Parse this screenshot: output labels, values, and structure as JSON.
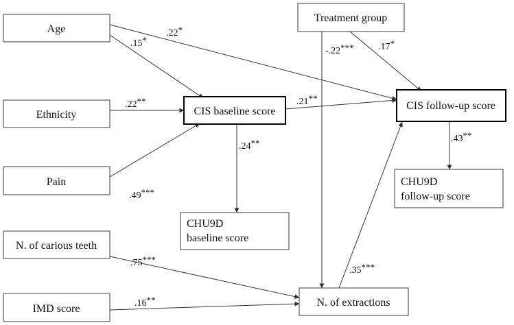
{
  "nodes": {
    "age": {
      "label": "Age"
    },
    "ethnicity": {
      "label": "Ethnicity"
    },
    "pain": {
      "label": "Pain"
    },
    "carious": {
      "label": "N. of carious teeth"
    },
    "imd": {
      "label": "IMD score"
    },
    "treatment": {
      "label": "Treatment group"
    },
    "cis_baseline": {
      "label": "CIS baseline score"
    },
    "cis_followup": {
      "label": "CIS follow-up score"
    },
    "chu_baseline": {
      "line1": "CHU9D",
      "line2": "baseline score"
    },
    "chu_followup": {
      "line1": "CHU9D",
      "line2": "follow-up score"
    },
    "extractions": {
      "label": "N. of extractions"
    }
  },
  "edges": {
    "age_cisfu": {
      "value": ".22",
      "stars": "*"
    },
    "age_cisbl": {
      "value": ".15",
      "stars": "*"
    },
    "treat_ext": {
      "value": "-.22",
      "stars": "***"
    },
    "treat_cisfu": {
      "value": ".17",
      "stars": "*"
    },
    "eth_cisbl": {
      "value": ".22",
      "stars": "**"
    },
    "cisbl_cisfu": {
      "value": ".21",
      "stars": "**"
    },
    "pain_cisbl": {
      "value": ".49",
      "stars": "***"
    },
    "cisbl_chubl": {
      "value": ".24",
      "stars": "**"
    },
    "cisfu_chufu": {
      "value": ".43",
      "stars": "**"
    },
    "carious_ext": {
      "value": ".75",
      "stars": "***"
    },
    "ext_cisfu": {
      "value": ".35",
      "stars": "***"
    },
    "imd_ext": {
      "value": ".16",
      "stars": "**"
    }
  }
}
